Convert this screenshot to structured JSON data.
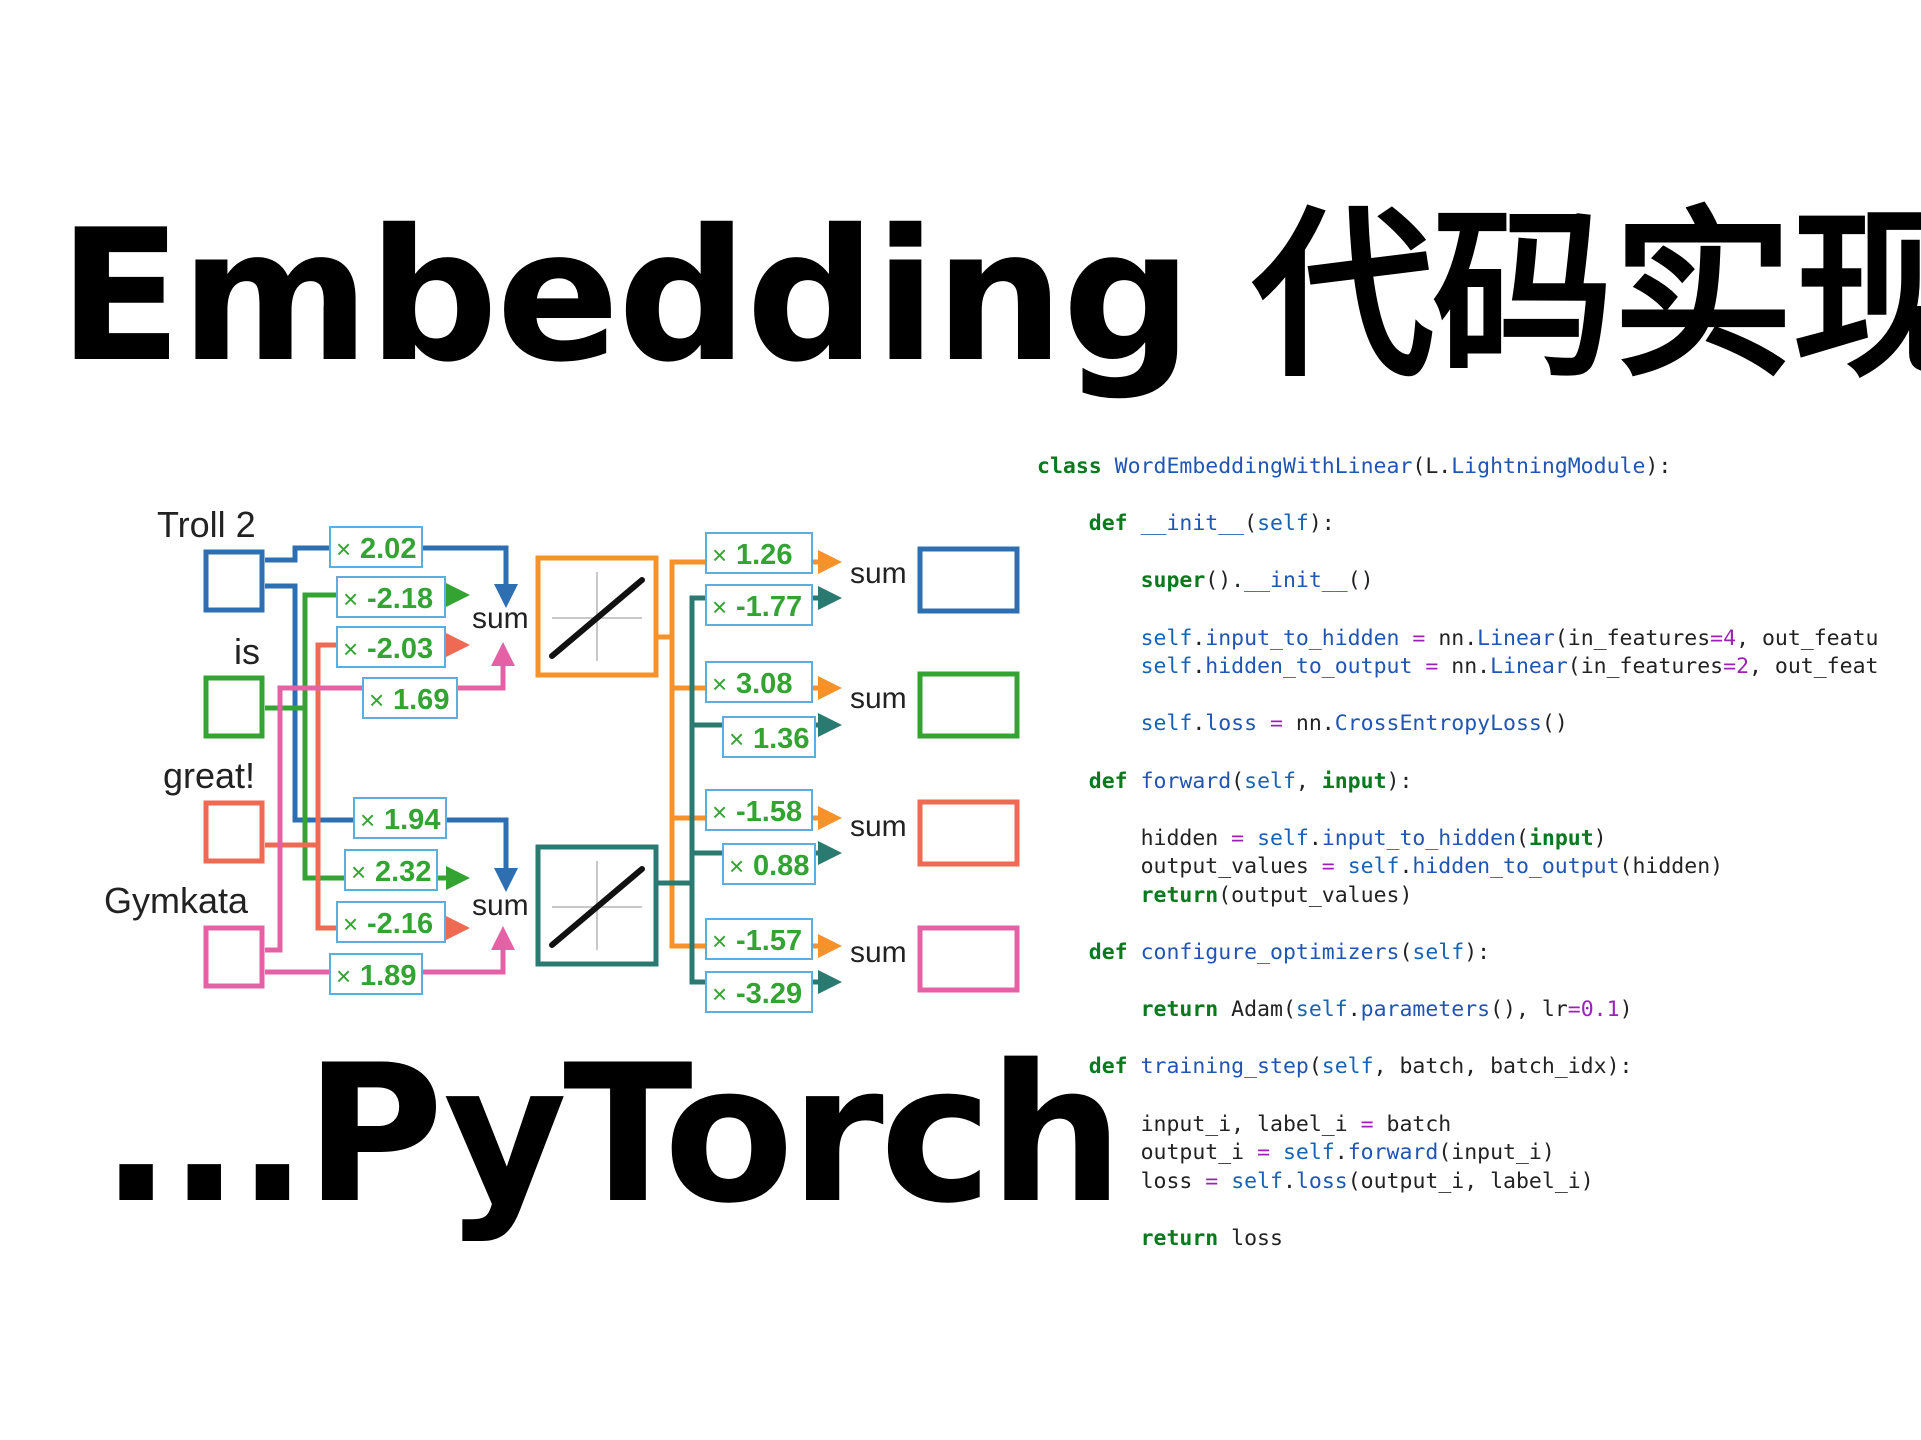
{
  "title": "Embedding 代码实现",
  "subtitle": "...PyTorch",
  "diagram": {
    "colors": {
      "blue": "#2e6fb2",
      "green": "#33a332",
      "red": "#ee6a52",
      "pink": "#e561a5",
      "orange": "#f5922a",
      "teal": "#2a7a71",
      "label_green": "#33a332",
      "box_stroke": "#5aaee0"
    },
    "input_words": [
      "Troll 2",
      "is",
      "great!",
      "Gymkata"
    ],
    "sum_label": "sum",
    "times_symbol": "×",
    "hidden_weights": {
      "top": [
        "2.02",
        "-2.18",
        "-2.03",
        "1.69"
      ],
      "bottom": [
        "1.94",
        "2.32",
        "-2.16",
        "1.89"
      ]
    },
    "output_weights": [
      [
        "1.26",
        "-1.77"
      ],
      [
        "3.08",
        "1.36"
      ],
      [
        "-1.58",
        "0.88"
      ],
      [
        "-1.57",
        "-3.29"
      ]
    ]
  },
  "code": {
    "lines": [
      [
        {
          "t": "class ",
          "c": "kw"
        },
        {
          "t": "WordEmbeddingWithLinear",
          "c": "fn"
        },
        {
          "t": "(L.",
          "c": "tx"
        },
        {
          "t": "LightningModule",
          "c": "fn"
        },
        {
          "t": "):",
          "c": "tx"
        }
      ],
      [],
      [
        {
          "t": "    "
        },
        {
          "t": "def ",
          "c": "kw"
        },
        {
          "t": "__init__",
          "c": "fn"
        },
        {
          "t": "(",
          "c": "tx"
        },
        {
          "t": "self",
          "c": "sf"
        },
        {
          "t": "):",
          "c": "tx"
        }
      ],
      [],
      [
        {
          "t": "        "
        },
        {
          "t": "super",
          "c": "kw"
        },
        {
          "t": "().",
          "c": "tx"
        },
        {
          "t": "__init__",
          "c": "fn"
        },
        {
          "t": "()",
          "c": "tx"
        }
      ],
      [],
      [
        {
          "t": "        "
        },
        {
          "t": "self",
          "c": "sf"
        },
        {
          "t": ".",
          "c": "tx"
        },
        {
          "t": "input_to_hidden",
          "c": "fn"
        },
        {
          "t": " = ",
          "c": "op"
        },
        {
          "t": "nn.",
          "c": "tx"
        },
        {
          "t": "Linear",
          "c": "fn"
        },
        {
          "t": "(in_features",
          "c": "tx"
        },
        {
          "t": "=",
          "c": "op"
        },
        {
          "t": "4",
          "c": "num"
        },
        {
          "t": ", out_featu",
          "c": "tx"
        }
      ],
      [
        {
          "t": "        "
        },
        {
          "t": "self",
          "c": "sf"
        },
        {
          "t": ".",
          "c": "tx"
        },
        {
          "t": "hidden_to_output",
          "c": "fn"
        },
        {
          "t": " = ",
          "c": "op"
        },
        {
          "t": "nn.",
          "c": "tx"
        },
        {
          "t": "Linear",
          "c": "fn"
        },
        {
          "t": "(in_features",
          "c": "tx"
        },
        {
          "t": "=",
          "c": "op"
        },
        {
          "t": "2",
          "c": "num"
        },
        {
          "t": ", out_feat",
          "c": "tx"
        }
      ],
      [],
      [
        {
          "t": "        "
        },
        {
          "t": "self",
          "c": "sf"
        },
        {
          "t": ".",
          "c": "tx"
        },
        {
          "t": "loss",
          "c": "fn"
        },
        {
          "t": " = ",
          "c": "op"
        },
        {
          "t": "nn.",
          "c": "tx"
        },
        {
          "t": "CrossEntropyLoss",
          "c": "fn"
        },
        {
          "t": "()",
          "c": "tx"
        }
      ],
      [],
      [
        {
          "t": "    "
        },
        {
          "t": "def ",
          "c": "kw"
        },
        {
          "t": "forward",
          "c": "fn"
        },
        {
          "t": "(",
          "c": "tx"
        },
        {
          "t": "self",
          "c": "sf"
        },
        {
          "t": ", ",
          "c": "tx"
        },
        {
          "t": "input",
          "c": "kw"
        },
        {
          "t": "):",
          "c": "tx"
        }
      ],
      [],
      [
        {
          "t": "        "
        },
        {
          "t": "hidden ",
          "c": "tx"
        },
        {
          "t": "=",
          "c": "op"
        },
        {
          "t": " ",
          "c": "tx"
        },
        {
          "t": "self",
          "c": "sf"
        },
        {
          "t": ".",
          "c": "tx"
        },
        {
          "t": "input_to_hidden",
          "c": "fn"
        },
        {
          "t": "(",
          "c": "tx"
        },
        {
          "t": "input",
          "c": "kw"
        },
        {
          "t": ")",
          "c": "tx"
        }
      ],
      [
        {
          "t": "        "
        },
        {
          "t": "output_values ",
          "c": "tx"
        },
        {
          "t": "=",
          "c": "op"
        },
        {
          "t": " ",
          "c": "tx"
        },
        {
          "t": "self",
          "c": "sf"
        },
        {
          "t": ".",
          "c": "tx"
        },
        {
          "t": "hidden_to_output",
          "c": "fn"
        },
        {
          "t": "(hidden)",
          "c": "tx"
        }
      ],
      [
        {
          "t": "        "
        },
        {
          "t": "return",
          "c": "kw"
        },
        {
          "t": "(output_values)",
          "c": "tx"
        }
      ],
      [],
      [
        {
          "t": "    "
        },
        {
          "t": "def ",
          "c": "kw"
        },
        {
          "t": "configure_optimizers",
          "c": "fn"
        },
        {
          "t": "(",
          "c": "tx"
        },
        {
          "t": "self",
          "c": "sf"
        },
        {
          "t": "):",
          "c": "tx"
        }
      ],
      [],
      [
        {
          "t": "        "
        },
        {
          "t": "return ",
          "c": "kw"
        },
        {
          "t": "Adam(",
          "c": "tx"
        },
        {
          "t": "self",
          "c": "sf"
        },
        {
          "t": ".",
          "c": "tx"
        },
        {
          "t": "parameters",
          "c": "fn"
        },
        {
          "t": "(), lr",
          "c": "tx"
        },
        {
          "t": "=",
          "c": "op"
        },
        {
          "t": "0.1",
          "c": "num"
        },
        {
          "t": ")",
          "c": "tx"
        }
      ],
      [],
      [
        {
          "t": "    "
        },
        {
          "t": "def ",
          "c": "kw"
        },
        {
          "t": "training_step",
          "c": "fn"
        },
        {
          "t": "(",
          "c": "tx"
        },
        {
          "t": "self",
          "c": "sf"
        },
        {
          "t": ", batch, batch_idx):",
          "c": "tx"
        }
      ],
      [],
      [
        {
          "t": "        "
        },
        {
          "t": "input_i, label_i ",
          "c": "tx"
        },
        {
          "t": "=",
          "c": "op"
        },
        {
          "t": " batch",
          "c": "tx"
        }
      ],
      [
        {
          "t": "        "
        },
        {
          "t": "output_i ",
          "c": "tx"
        },
        {
          "t": "=",
          "c": "op"
        },
        {
          "t": " ",
          "c": "tx"
        },
        {
          "t": "self",
          "c": "sf"
        },
        {
          "t": ".",
          "c": "tx"
        },
        {
          "t": "forward",
          "c": "fn"
        },
        {
          "t": "(input_i)",
          "c": "tx"
        }
      ],
      [
        {
          "t": "        "
        },
        {
          "t": "loss ",
          "c": "tx"
        },
        {
          "t": "=",
          "c": "op"
        },
        {
          "t": " ",
          "c": "tx"
        },
        {
          "t": "self",
          "c": "sf"
        },
        {
          "t": ".",
          "c": "tx"
        },
        {
          "t": "loss",
          "c": "fn"
        },
        {
          "t": "(output_i, label_i)",
          "c": "tx"
        }
      ],
      [],
      [
        {
          "t": "        "
        },
        {
          "t": "return ",
          "c": "kw"
        },
        {
          "t": "loss",
          "c": "tx"
        }
      ]
    ]
  }
}
